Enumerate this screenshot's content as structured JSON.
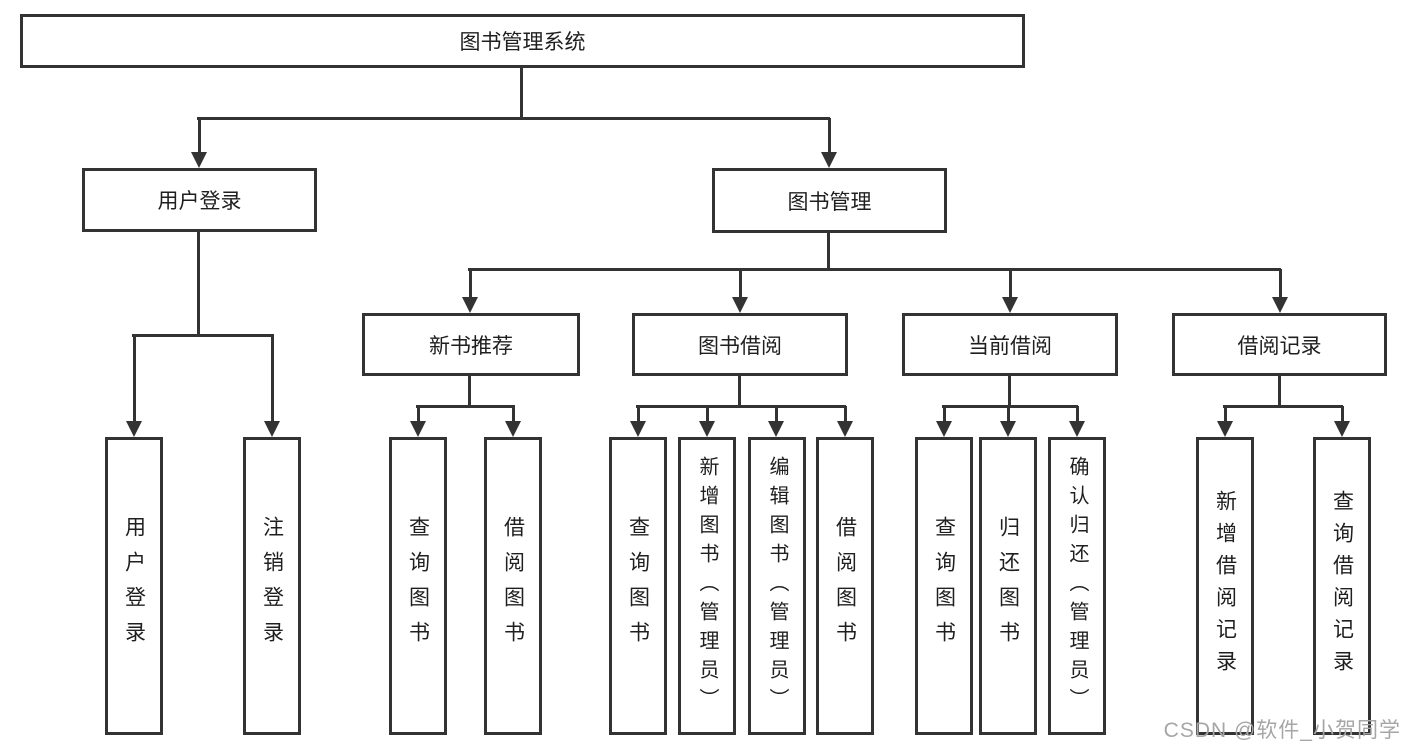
{
  "colors": {
    "line": "#333333",
    "text": "#1f1f1f",
    "node-bg": "#ffffff",
    "background": "#ffffff",
    "watermark": "#a6a6a6"
  },
  "watermark": "CSDN @软件_小贺同学",
  "nodes": {
    "root": {
      "label": "图书管理系统"
    },
    "user_login": {
      "label": "用户登录",
      "children": [
        {
          "label": "用户登录"
        },
        {
          "label": "注销登录"
        }
      ]
    },
    "book_mgmt": {
      "label": "图书管理",
      "children": [
        {
          "label": "新书推荐",
          "children": [
            {
              "label": "查询图书"
            },
            {
              "label": "借阅图书"
            }
          ]
        },
        {
          "label": "图书借阅",
          "children": [
            {
              "label": "查询图书"
            },
            {
              "label": "新增图书（管理员）"
            },
            {
              "label": "编辑图书（管理员）"
            },
            {
              "label": "借阅图书"
            }
          ]
        },
        {
          "label": "当前借阅",
          "children": [
            {
              "label": "查询图书"
            },
            {
              "label": "归还图书"
            },
            {
              "label": "确认归还（管理员）"
            }
          ]
        },
        {
          "label": "借阅记录",
          "children": [
            {
              "label": "新增借阅记录"
            },
            {
              "label": "查询借阅记录"
            }
          ]
        }
      ]
    }
  }
}
